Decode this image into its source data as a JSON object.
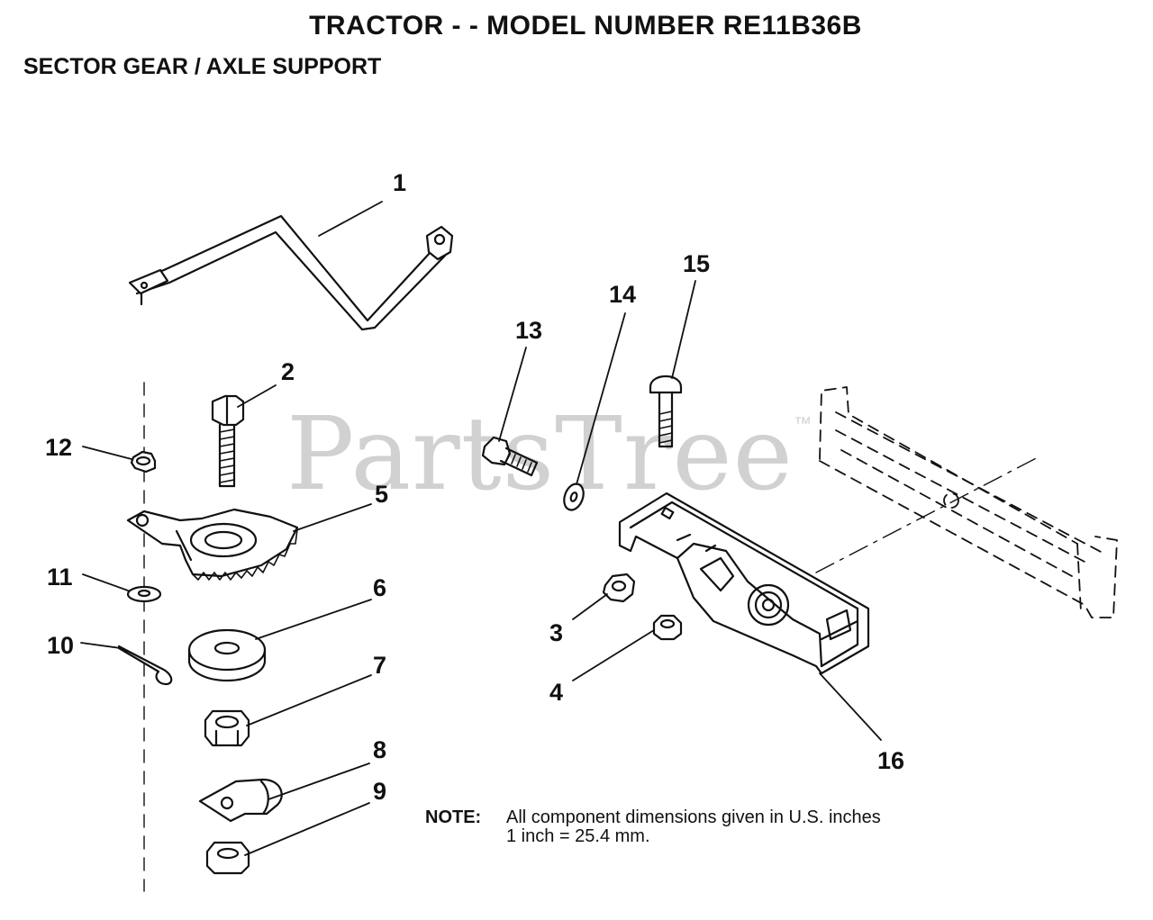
{
  "header": {
    "title": "TRACTOR - - MODEL NUMBER RE11B36B",
    "subtitle": "SECTOR GEAR / AXLE SUPPORT"
  },
  "watermark": {
    "text": "PartsTree",
    "mark": "™"
  },
  "callouts": {
    "c1": "1",
    "c2": "2",
    "c3": "3",
    "c4": "4",
    "c5": "5",
    "c6": "6",
    "c7": "7",
    "c8": "8",
    "c9": "9",
    "c10": "10",
    "c11": "11",
    "c12": "12",
    "c13": "13",
    "c14": "14",
    "c15": "15",
    "c16": "16"
  },
  "note": {
    "label": "NOTE:",
    "line1": "All component dimensions given in U.S. inches",
    "line2": "1 inch = 25.4 mm."
  },
  "colors": {
    "ink": "#111111",
    "watermark": "#c9c9c9"
  }
}
